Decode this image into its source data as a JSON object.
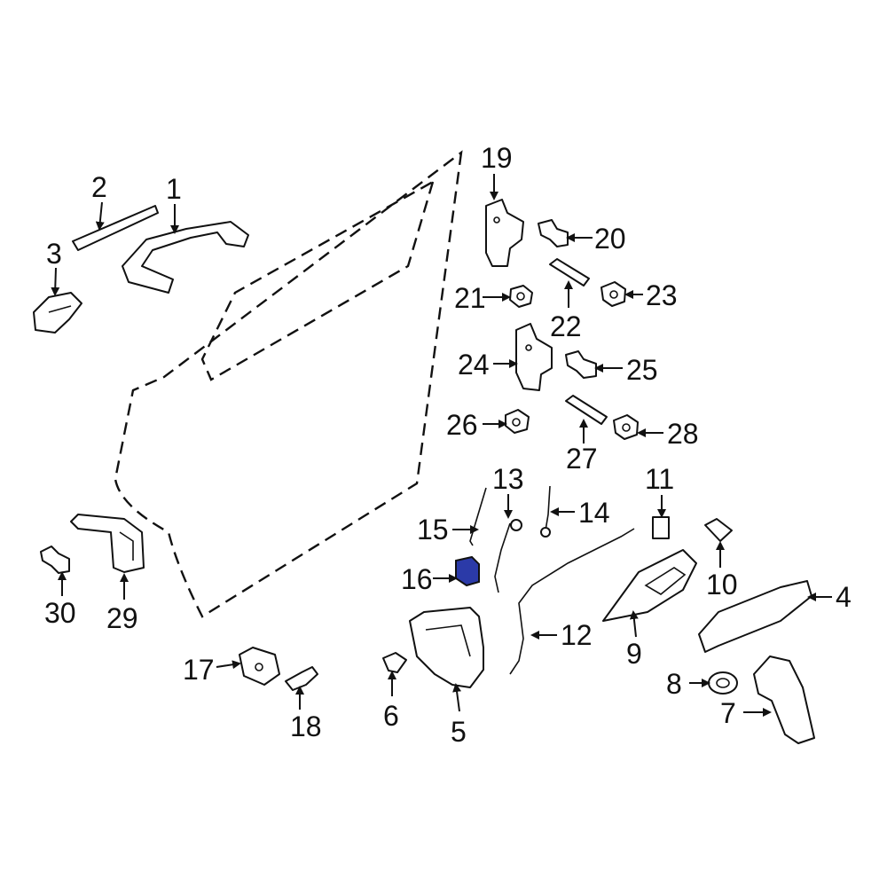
{
  "diagram": {
    "highlight_color": "#2b3aa8",
    "highlighted_part": "16",
    "callouts": {
      "c1": "1",
      "c2": "2",
      "c3": "3",
      "c4": "4",
      "c5": "5",
      "c6": "6",
      "c7": "7",
      "c8": "8",
      "c9": "9",
      "c10": "10",
      "c11": "11",
      "c12": "12",
      "c13": "13",
      "c14": "14",
      "c15": "15",
      "c16": "16",
      "c17": "17",
      "c18": "18",
      "c19": "19",
      "c20": "20",
      "c21": "21",
      "c22": "22",
      "c23": "23",
      "c24": "24",
      "c25": "25",
      "c26": "26",
      "c27": "27",
      "c28": "28",
      "c29": "29",
      "c30": "30"
    }
  }
}
